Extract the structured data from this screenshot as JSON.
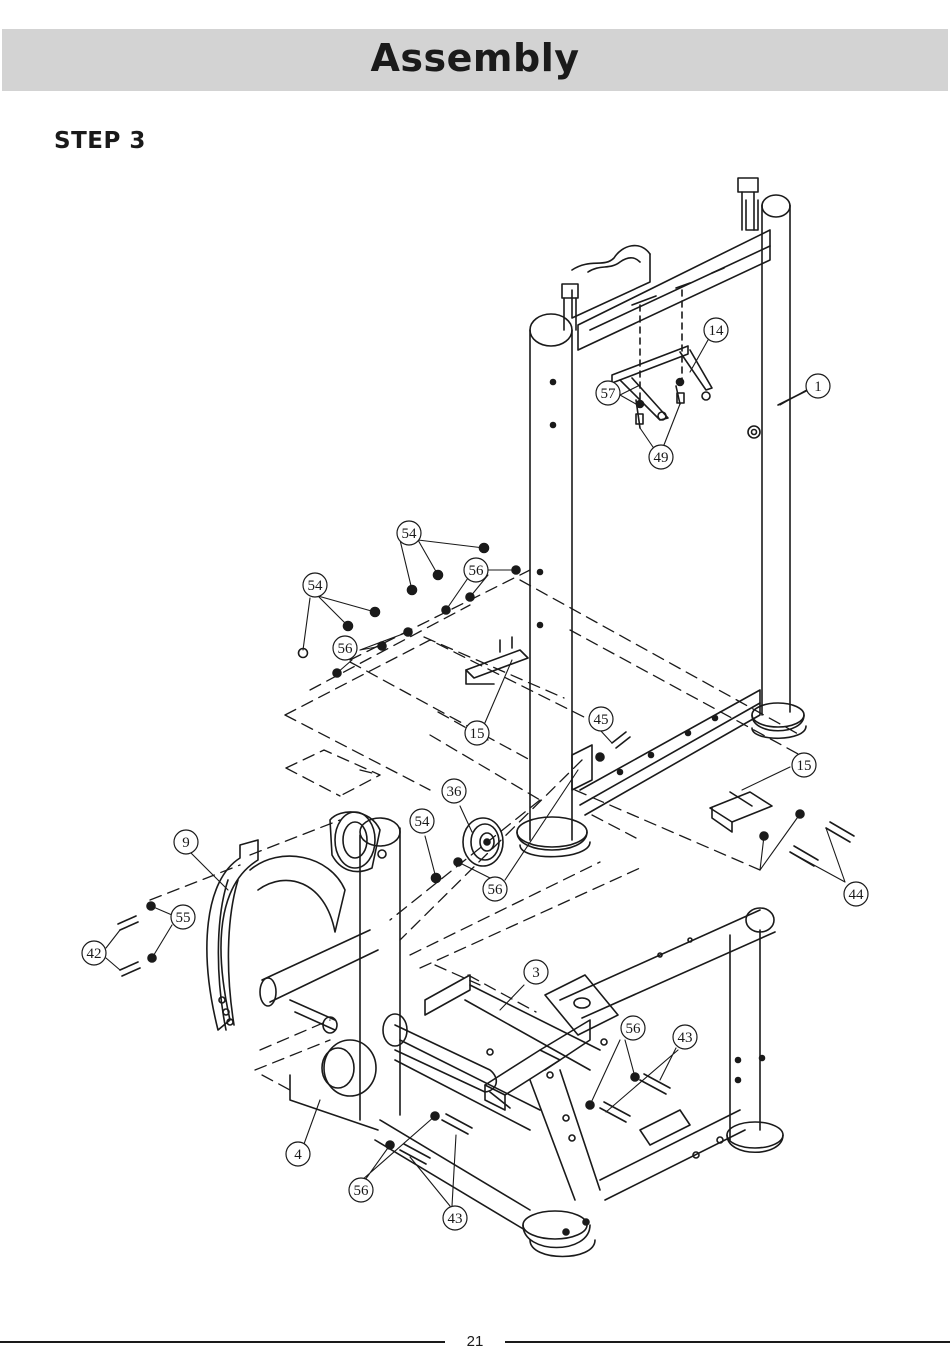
{
  "header": {
    "title": "Assembly"
  },
  "step": {
    "title": "STEP 3"
  },
  "callouts": [
    "14",
    "1",
    "57",
    "49",
    "54",
    "56",
    "54",
    "56",
    "15",
    "45",
    "15",
    "36",
    "54",
    "9",
    "56",
    "55",
    "42",
    "44",
    "3",
    "56",
    "43",
    "4",
    "56",
    "43"
  ],
  "footer": {
    "page_number": "21"
  }
}
